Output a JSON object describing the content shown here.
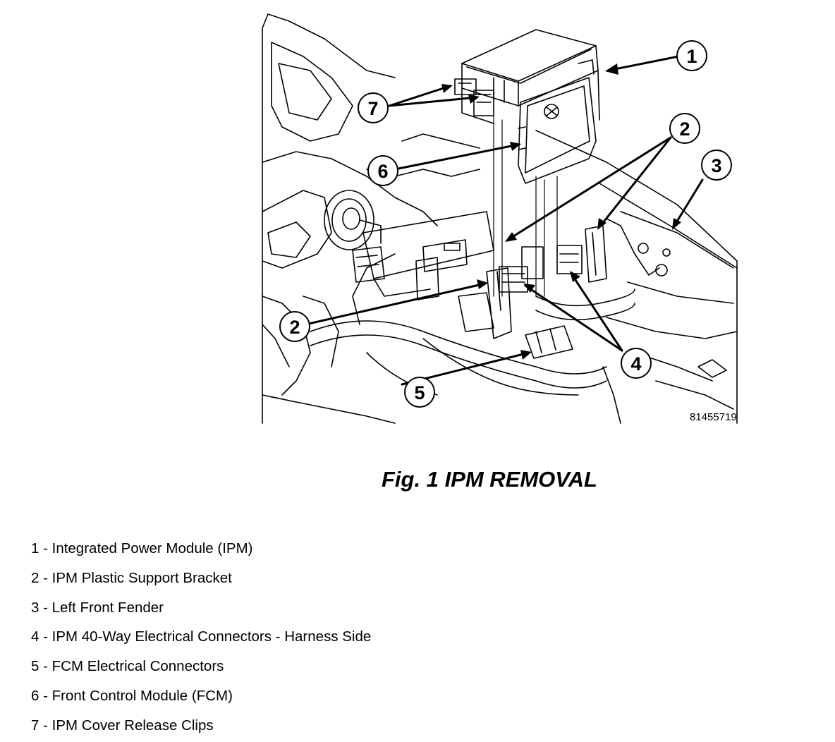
{
  "figure_id": "81455719",
  "caption": "Fig. 1 IPM REMOVAL",
  "callouts": [
    "1",
    "2",
    "2",
    "3",
    "4",
    "5",
    "6",
    "7"
  ],
  "legend": [
    "1 - Integrated Power Module (IPM)",
    "2 - IPM Plastic Support Bracket",
    "3 - Left Front Fender",
    "4 - IPM 40-Way Electrical Connectors - Harness Side",
    "5 - FCM Electrical Connectors",
    "6 - Front Control Module (FCM)",
    "7 - IPM Cover Release Clips"
  ],
  "colors": {
    "line": "#000000",
    "background": "#ffffff"
  }
}
